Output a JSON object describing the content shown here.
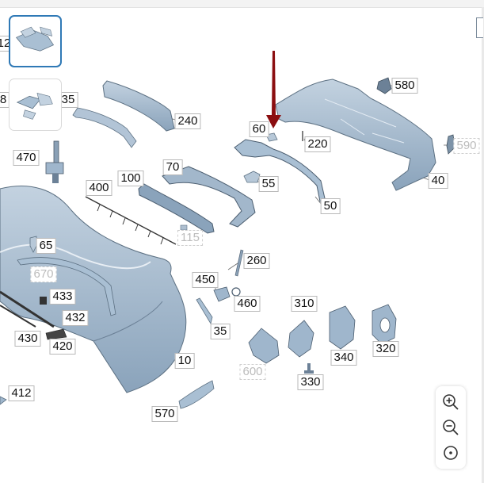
{
  "viewer": {
    "labels": [
      {
        "id": "580",
        "text": "580"
      },
      {
        "id": "240",
        "text": "240"
      },
      {
        "id": "60",
        "text": "60"
      },
      {
        "id": "220",
        "text": "220"
      },
      {
        "id": "590",
        "text": "590",
        "dim": true
      },
      {
        "id": "470",
        "text": "470"
      },
      {
        "id": "70",
        "text": "70"
      },
      {
        "id": "40",
        "text": "40"
      },
      {
        "id": "100",
        "text": "100"
      },
      {
        "id": "55",
        "text": "55"
      },
      {
        "id": "400",
        "text": "400"
      },
      {
        "id": "50",
        "text": "50"
      },
      {
        "id": "115",
        "text": "115",
        "dim": true
      },
      {
        "id": "65",
        "text": "65"
      },
      {
        "id": "260",
        "text": "260"
      },
      {
        "id": "670",
        "text": "670",
        "dim": true
      },
      {
        "id": "450",
        "text": "450"
      },
      {
        "id": "433",
        "text": "433"
      },
      {
        "id": "310",
        "text": "310"
      },
      {
        "id": "460",
        "text": "460"
      },
      {
        "id": "432",
        "text": "432"
      },
      {
        "id": "35b",
        "text": "35"
      },
      {
        "id": "430",
        "text": "430"
      },
      {
        "id": "420",
        "text": "420"
      },
      {
        "id": "340",
        "text": "340"
      },
      {
        "id": "320",
        "text": "320"
      },
      {
        "id": "10",
        "text": "10"
      },
      {
        "id": "600",
        "text": "600",
        "dim": true
      },
      {
        "id": "330",
        "text": "330"
      },
      {
        "id": "412",
        "text": "412"
      },
      {
        "id": "570",
        "text": "570"
      },
      {
        "id": "12",
        "text": "12"
      },
      {
        "id": "8",
        "text": "8"
      },
      {
        "id": "35a",
        "text": "35"
      }
    ]
  },
  "thumbnails": [
    {
      "name": "assembly-view-1",
      "active": true
    },
    {
      "name": "assembly-view-2",
      "active": false
    }
  ],
  "zoom_controls": [
    {
      "name": "zoom-in-button",
      "icon": "zoom-in-icon"
    },
    {
      "name": "zoom-out-button",
      "icon": "zoom-out-icon"
    },
    {
      "name": "reset-view-button",
      "icon": "target-icon"
    }
  ],
  "colors": {
    "part_fill": "#9fb6cc",
    "part_stroke": "#5d7183",
    "indicator_arrow": "#8b0e10",
    "thumbnail_active_border": "#2f79b6"
  }
}
